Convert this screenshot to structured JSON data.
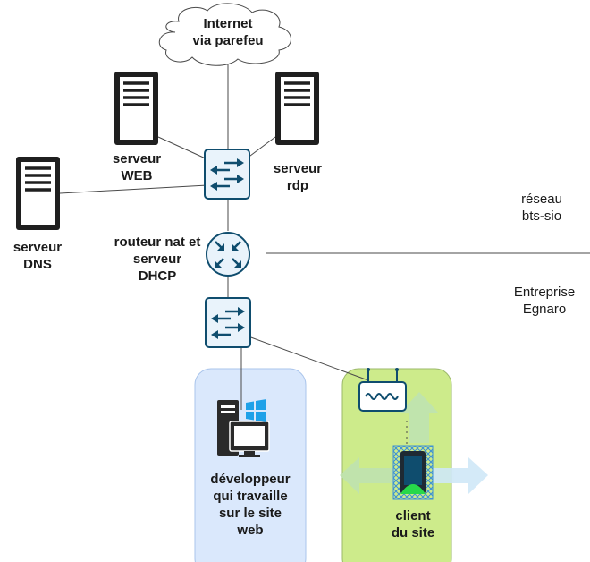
{
  "colors": {
    "line": "#4a4a4a",
    "device_blue": "#0f4d6e",
    "device_fill": "#ffffff",
    "switch_fill": "#e9f3fb",
    "server_dark": "#1f1f1f",
    "zone_blue": "#dae8fc",
    "zone_blue_border": "#a9c4eb",
    "zone_green": "#cdeb8b",
    "zone_green_border": "#9bb86a",
    "windows_blue": "#1fa1e8",
    "arrow_light_green": "#bfe3b0",
    "arrow_light_blue": "#cfe8f7"
  },
  "icons": {
    "cloud": "cloud-icon",
    "server": "server-tower-icon",
    "switch": "network-switch-icon",
    "router": "router-icon",
    "workstation": "windows-workstation-icon",
    "wifi": "wireless-access-point-icon",
    "mobile": "mobile-phone-icon"
  },
  "labels": {
    "internet": [
      "Internet",
      "via parefeu"
    ],
    "web_server": [
      "serveur",
      "WEB"
    ],
    "rdp_server": [
      "serveur",
      "rdp"
    ],
    "dns_server": [
      "serveur",
      "DNS"
    ],
    "router": [
      "routeur nat et",
      "serveur",
      "DHCP"
    ],
    "zone_network": [
      "réseau",
      "bts-sio"
    ],
    "zone_company": [
      "Entreprise",
      "Egnaro"
    ],
    "developer": [
      "développeur",
      "qui travaille",
      "sur le site",
      "web"
    ],
    "client": [
      "client",
      "du site"
    ]
  }
}
